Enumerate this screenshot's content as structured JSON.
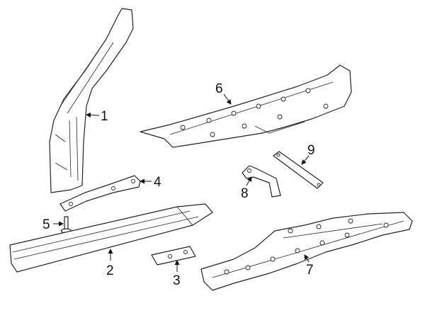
{
  "diagram": {
    "callouts": [
      {
        "number": "1",
        "part": "hinge-pillar"
      },
      {
        "number": "2",
        "part": "rocker-panel"
      },
      {
        "number": "3",
        "part": "rocker-bracket"
      },
      {
        "number": "4",
        "part": "pillar-reinforcement"
      },
      {
        "number": "5",
        "part": "bolt"
      },
      {
        "number": "6",
        "part": "floor-pan-front"
      },
      {
        "number": "7",
        "part": "floor-pan-rear"
      },
      {
        "number": "8",
        "part": "support-bracket"
      },
      {
        "number": "9",
        "part": "strap"
      }
    ]
  }
}
